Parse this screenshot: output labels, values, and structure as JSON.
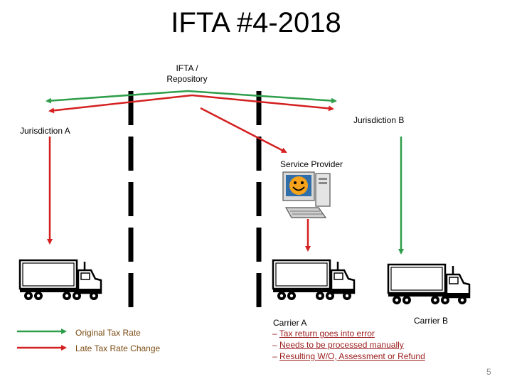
{
  "slide": {
    "title": "IFTA #4-2018",
    "page_number": "5"
  },
  "nodes": {
    "repository": "IFTA / Repository",
    "jurisdiction_a": "Jurisdiction A",
    "jurisdiction_b": "Jurisdiction B",
    "service_provider": "Service Provider",
    "carrier_a": "Carrier A",
    "carrier_b": "Carrier B"
  },
  "legend": {
    "original": {
      "label": "Original Tax Rate",
      "color": "#2e9e4a"
    },
    "late": {
      "label": "Late Tax Rate Change",
      "color": "#d42020"
    }
  },
  "notes": [
    {
      "prefix": "– ",
      "text": "Tax return goes into error"
    },
    {
      "prefix": "– ",
      "text": "Needs to be processed manually"
    },
    {
      "prefix": "– ",
      "text": "Resulting W/O, Assessment or Refund"
    }
  ],
  "icons": [
    "truck-icon",
    "computer-icon",
    "smiley-icon"
  ]
}
